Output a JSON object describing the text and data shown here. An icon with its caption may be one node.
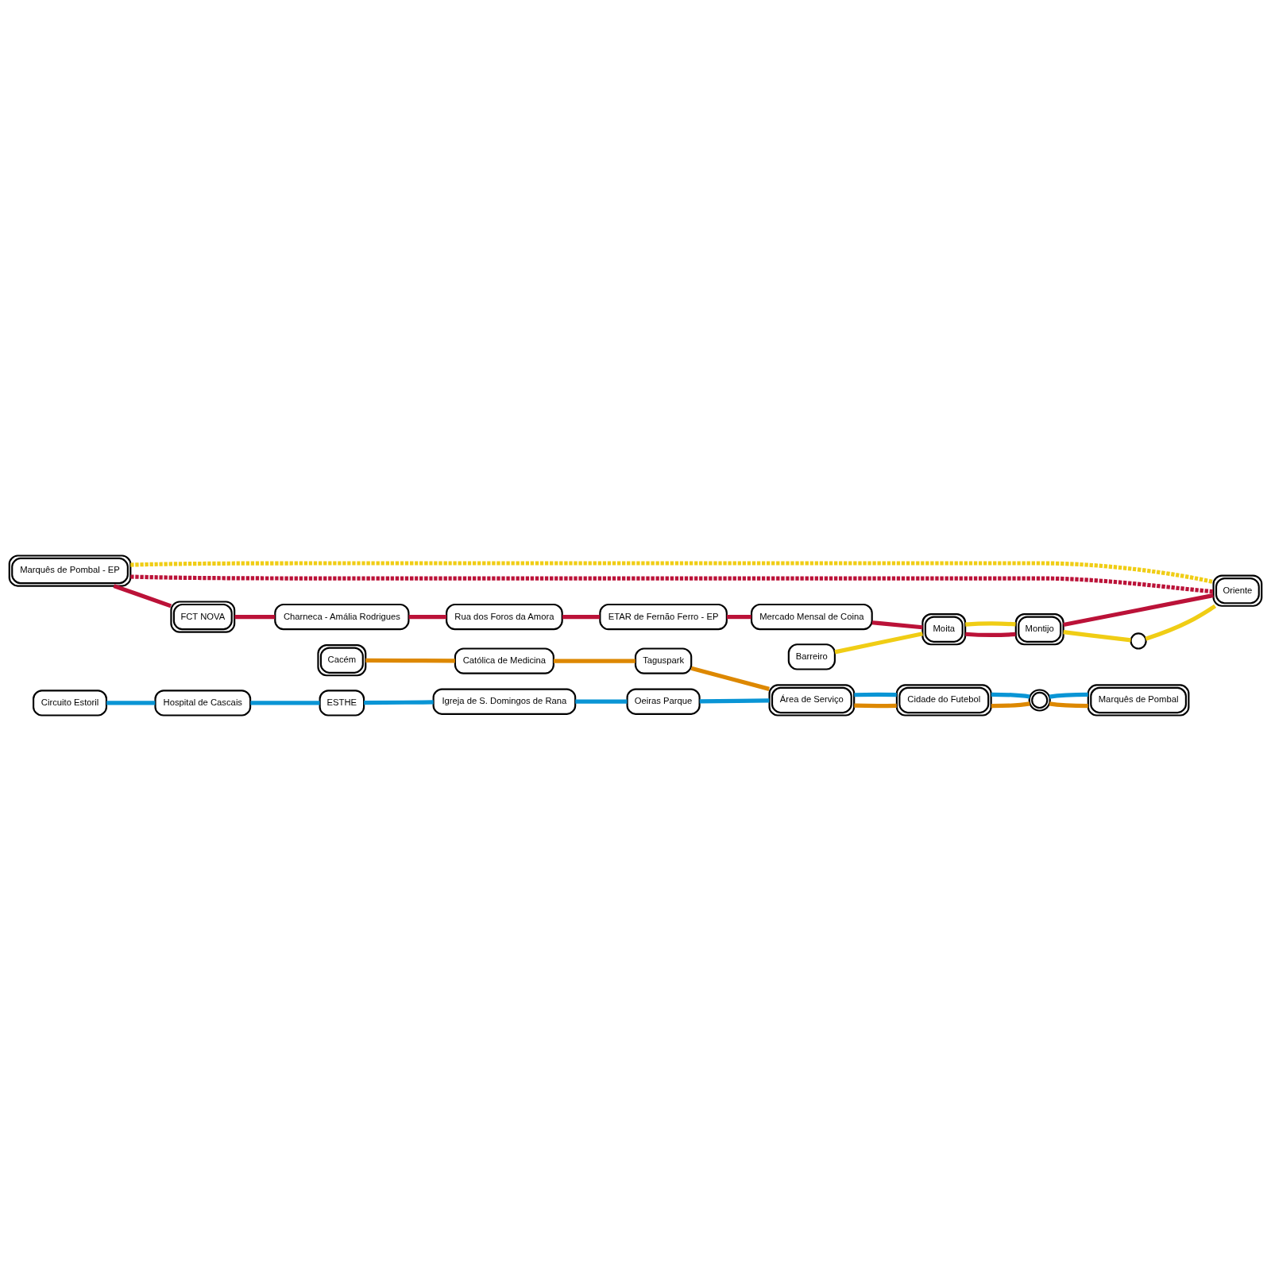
{
  "diagram": {
    "nodes": [
      {
        "text": [
          "Cacém"
        ]
      },
      {
        "text": [
          "Católica de Medicina"
        ]
      },
      {
        "text": [
          "Taguspark"
        ]
      },
      {
        "text": [
          "Circuito Estoril"
        ]
      },
      {
        "text": [
          "Hospital de Cascais"
        ]
      },
      {
        "text": [
          "ESTHE"
        ]
      },
      {
        "text": [
          "Igreja de S. Domingos de Rana"
        ]
      },
      {
        "text": [
          "Oeiras Parque"
        ]
      },
      {
        "text": [
          "Área de Serviço"
        ]
      },
      {
        "text": [
          "Cidade do Futebol"
        ]
      },
      {
        "text": [],
        "shape": "circle"
      },
      {
        "text": [
          "Marquês de Pombal"
        ]
      },
      {
        "text": [
          "Marquês de Pombal - EP"
        ]
      },
      {
        "text": [
          "Oriente"
        ]
      },
      {
        "text": [
          "Barreiro"
        ]
      },
      {
        "text": [],
        "shape": "circle"
      },
      {
        "text": [
          "FCT NOVA"
        ]
      },
      {
        "text": [
          "Charneca - Amália Rodrigues"
        ]
      },
      {
        "text": [
          "Rua dos Foros da Amora"
        ]
      },
      {
        "text": [
          "ETAR de Fernão Ferro - EP"
        ]
      },
      {
        "text": [
          "Mercado Mensal de Coina"
        ]
      },
      {
        "text": [
          "Moita"
        ]
      },
      {
        "text": [
          "Montijo"
        ]
      }
    ],
    "edges": [
      {
        "from": 0,
        "to": 1,
        "arrow": "none",
        "color": "#dd8800"
      },
      {
        "from": 1,
        "to": 2,
        "arrow": "none",
        "color": "#dd8800"
      },
      {
        "from": 2,
        "to": 8,
        "arrow": "none",
        "color": "#dd8800"
      },
      {
        "from": 8,
        "to": 9,
        "arrow": "none",
        "color": "#dd8800"
      },
      {
        "from": 9,
        "to": 10,
        "arrow": "none",
        "color": "#dd8800"
      },
      {
        "from": 10,
        "to": 11,
        "arrow": "none",
        "color": "#dd8800"
      },
      {
        "from": 3,
        "to": 4,
        "arrow": "none",
        "color": "#0a95d5"
      },
      {
        "from": 4,
        "to": 5,
        "arrow": "none",
        "color": "#0a95d5"
      },
      {
        "from": 5,
        "to": 6,
        "arrow": "none",
        "color": "#0a95d5"
      },
      {
        "from": 6,
        "to": 7,
        "arrow": "none",
        "color": "#0a95d5"
      },
      {
        "from": 7,
        "to": 8,
        "arrow": "none",
        "color": "#0a95d5"
      },
      {
        "from": 8,
        "to": 9,
        "arrow": "none",
        "color": "#0a95d5"
      },
      {
        "from": 9,
        "to": 10,
        "arrow": "none",
        "color": "#0a95d5"
      },
      {
        "from": 10,
        "to": 11,
        "arrow": "none",
        "color": "#0a95d5"
      },
      {
        "from": 12,
        "to": 13,
        "arrow": "none",
        "style": "dashed",
        "color": "#bb1238"
      },
      {
        "from": 12,
        "to": 16,
        "arrow": "none",
        "color": "#bb1238"
      },
      {
        "from": 16,
        "to": 17,
        "arrow": "none",
        "color": "#bb1238"
      },
      {
        "from": 17,
        "to": 18,
        "arrow": "none",
        "color": "#bb1238"
      },
      {
        "from": 18,
        "to": 19,
        "arrow": "none",
        "color": "#bb1238"
      },
      {
        "from": 19,
        "to": 20,
        "arrow": "none",
        "color": "#bb1238"
      },
      {
        "from": 20,
        "to": 21,
        "arrow": "none",
        "color": "#bb1238"
      },
      {
        "from": 21,
        "to": 22,
        "arrow": "none",
        "color": "#bb1238"
      },
      {
        "from": 22,
        "to": 13,
        "arrow": "none",
        "color": "#bb1238"
      },
      {
        "from": 12,
        "to": 13,
        "arrow": "none",
        "style": "dashed",
        "color": "#f0cd15"
      },
      {
        "from": 14,
        "to": 21,
        "arrow": "none",
        "color": "#f0cd15"
      },
      {
        "from": 21,
        "to": 22,
        "arrow": "none",
        "color": "#f0cd15"
      },
      {
        "from": 22,
        "to": 15,
        "arrow": "none",
        "color": "#f0cd15"
      },
      {
        "from": 15,
        "to": 13,
        "arrow": "none",
        "color": "#f0cd15"
      }
    ]
  }
}
